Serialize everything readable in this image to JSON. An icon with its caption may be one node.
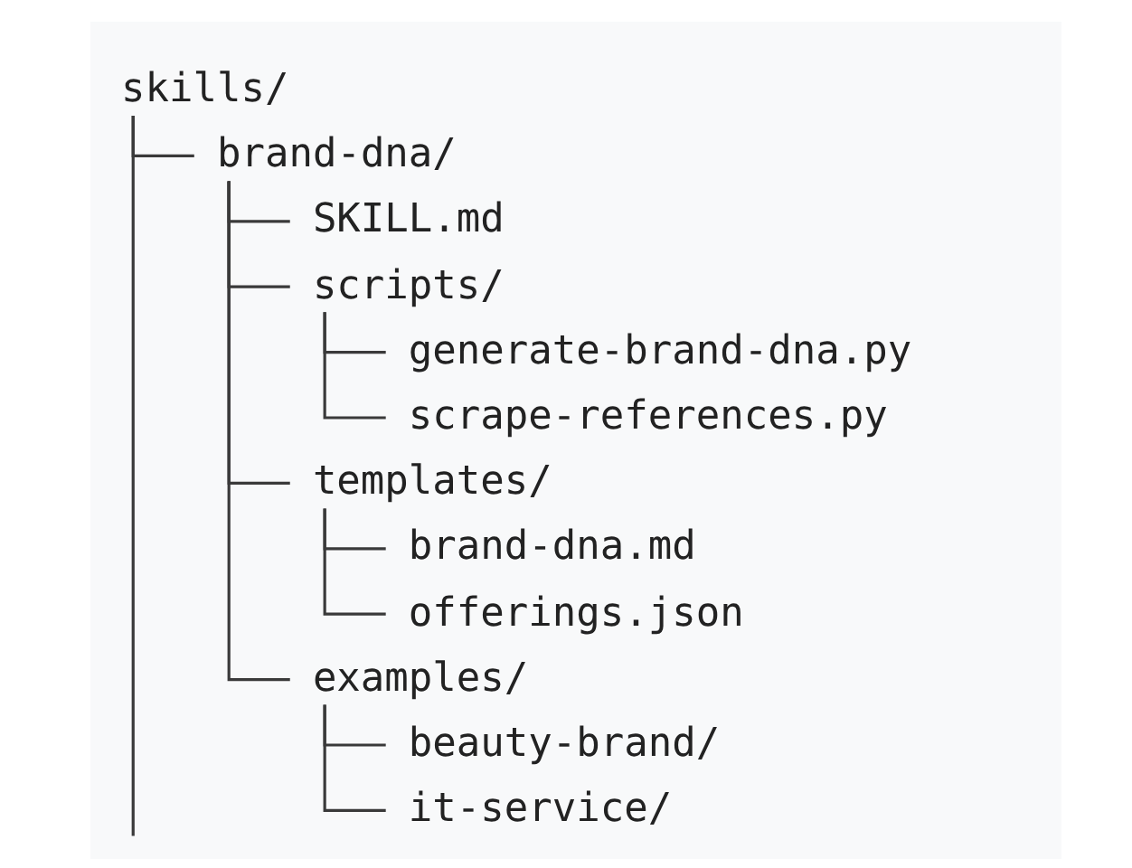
{
  "diagram": {
    "nodes": [
      {
        "text": [
          "skills/"
        ]
      },
      {
        "text": [
          "brand-dna/"
        ]
      },
      {
        "text": [
          "SKILL.md"
        ]
      },
      {
        "text": [
          "scripts/"
        ]
      },
      {
        "text": [
          "generate-brand-dna.py"
        ]
      },
      {
        "text": [
          "scrape-references.py"
        ]
      },
      {
        "text": [
          "templates/"
        ]
      },
      {
        "text": [
          "brand-dna.md"
        ]
      },
      {
        "text": [
          "offerings.json"
        ]
      },
      {
        "text": [
          "examples/"
        ]
      },
      {
        "text": [
          "beauty-brand/"
        ]
      },
      {
        "text": [
          "it-service/"
        ]
      }
    ],
    "edges": [
      {
        "from": 0,
        "to": 1,
        "arrow": "none"
      },
      {
        "from": 1,
        "to": 2,
        "arrow": "none"
      },
      {
        "from": 1,
        "to": 3,
        "arrow": "none"
      },
      {
        "from": 3,
        "to": 4,
        "arrow": "none"
      },
      {
        "from": 3,
        "to": 5,
        "arrow": "none"
      },
      {
        "from": 1,
        "to": 6,
        "arrow": "none"
      },
      {
        "from": 6,
        "to": 7,
        "arrow": "none"
      },
      {
        "from": 6,
        "to": 8,
        "arrow": "none"
      },
      {
        "from": 1,
        "to": 9,
        "arrow": "none"
      },
      {
        "from": 9,
        "to": 10,
        "arrow": "none"
      },
      {
        "from": 9,
        "to": 11,
        "arrow": "none"
      },
      {
        "from": 0,
        "to": null,
        "arrow": "none"
      }
    ]
  }
}
